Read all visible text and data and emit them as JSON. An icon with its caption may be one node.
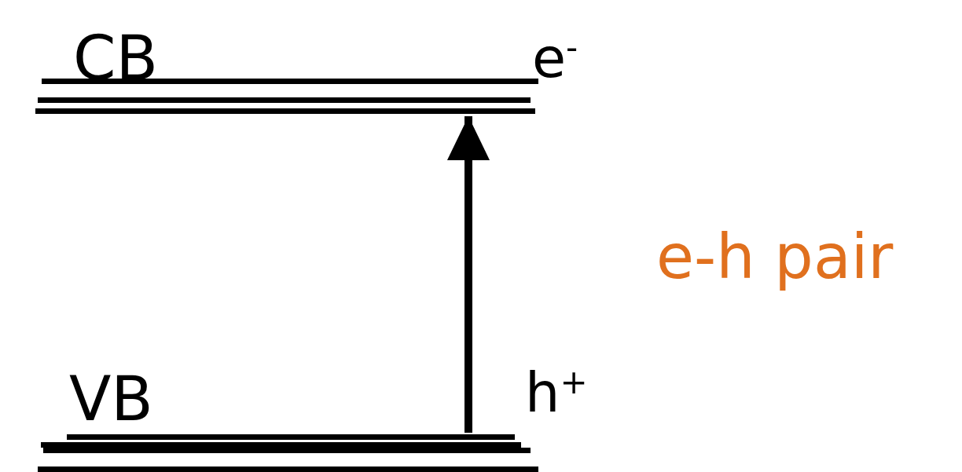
{
  "diagram": {
    "nodes": [
      {
        "text": [
          "CB"
        ],
        "beside": [
          "e$^{-}$"
        ]
      },
      {
        "text": [
          "VB"
        ],
        "beside": [
          "h$^{+}$"
        ]
      }
    ],
    "edges": [
      {
        "from": 1,
        "to": 0,
        "arrow": "to"
      }
    ],
    "labels": [
      "e-h pair"
    ]
  }
}
